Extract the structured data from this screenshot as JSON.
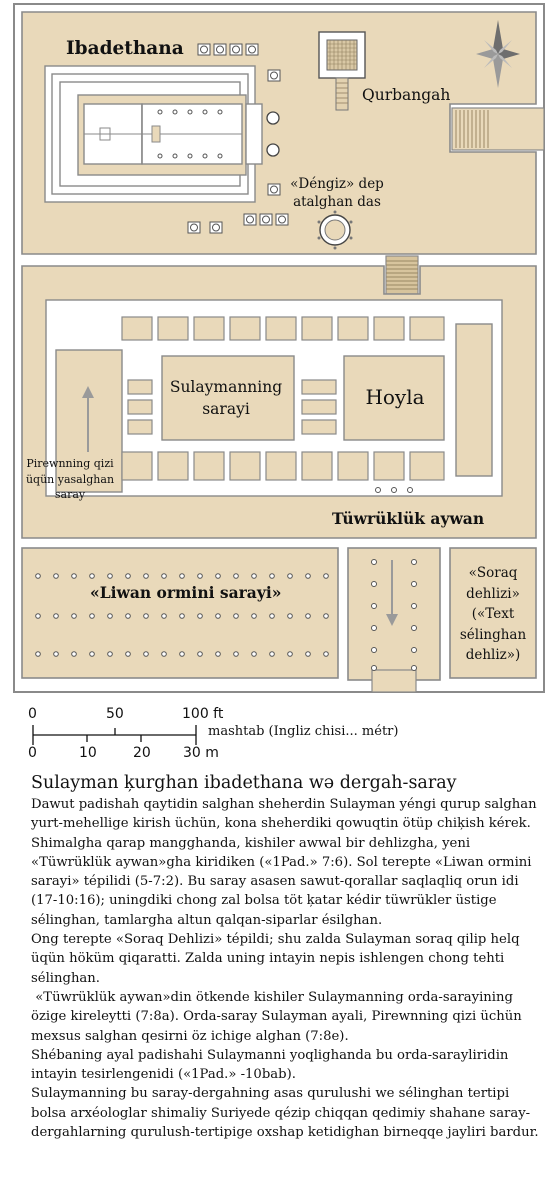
{
  "labels": {
    "temple": "Ibadethana",
    "altar": "Qurbangah",
    "sea": "«Déngiz» dep atalghan das",
    "palace": "Sulaymanning sarayi",
    "court": "Hoyla",
    "pharaoh_daughter": "Pirewnning qizi üqün yasalghan saray",
    "pillars_hall": "Tüwrüklük aywan",
    "forest_house": "«Liwan ormini sarayi»",
    "throne_hall": "«Soraq dehlizi» («Text sélinghan dehliz»)"
  },
  "scale": {
    "ft_ticks": [
      "0",
      "50",
      "100 ft"
    ],
    "m_ticks": [
      "0",
      "10",
      "20",
      "30 m"
    ],
    "caption": "mashtab (Ingliz chisi... métr)"
  },
  "article": {
    "title": "Sulayman ķurghan ibadethana wə dergah-saray",
    "body": [
      "Dawut padishah qaytidin salghan sheherdin Sulayman yéngi qurup salghan yurt-mehellige kirish üchün, kona sheherdiki qowuqtin ötüp chiķish kérek. Shimalgha qarap mangghanda, kishiler awwal bir dehlizgha, yeni «Tüwrüklük aywan»gha kiridiken («1Pad.» 7:6). Sol terepte «Liwan ormini sarayi» tépilidi (5-7:2). Bu saray asasen sawut-qorallar saqlaqliq orun idi (17-10:16); uningdiki chong zal bolsa töt ķatar kédir tüwrükler üstige sélinghan, tamlargha altun qalqan-siparlar ésilghan.",
      "Ong terepte «Soraq Dehlizi» tépildi; shu zalda Sulayman soraq qilip helq üqün höküm qiqaratti. Zalda uning intayin nepis ishlengen chong tehti sélinghan.",
      " «Tüwrüklük aywan»din ötkende kishiler Sulaymanning orda-sarayining özige kireleytti (7:8a). Orda-saray Sulayman ayali, Pirewnning qizi üchün mexsus salghan qesirni öz ichige alghan (7:8e).",
      "Shébaning ayal padishahi Sulaymanni yoqlighanda bu orda-sarayliridin intayin tesirlengenidi («1Pad.» -10bab).",
      "Sulaymanning bu saray-dergahning asas qurulushi we sélinghan tertipi bolsa arxéologlar shimaliy Suriyede qézip chiqqan qedimiy shahane saray-dergahlarning qurulush-tertipige oxshap ketidighan birneqqe jayliri bardur."
    ]
  },
  "colors": {
    "fill": "#e9d9ba",
    "wall": "#8a8a8a",
    "pavement": "#ffffff",
    "stair": "#c8b58e"
  }
}
